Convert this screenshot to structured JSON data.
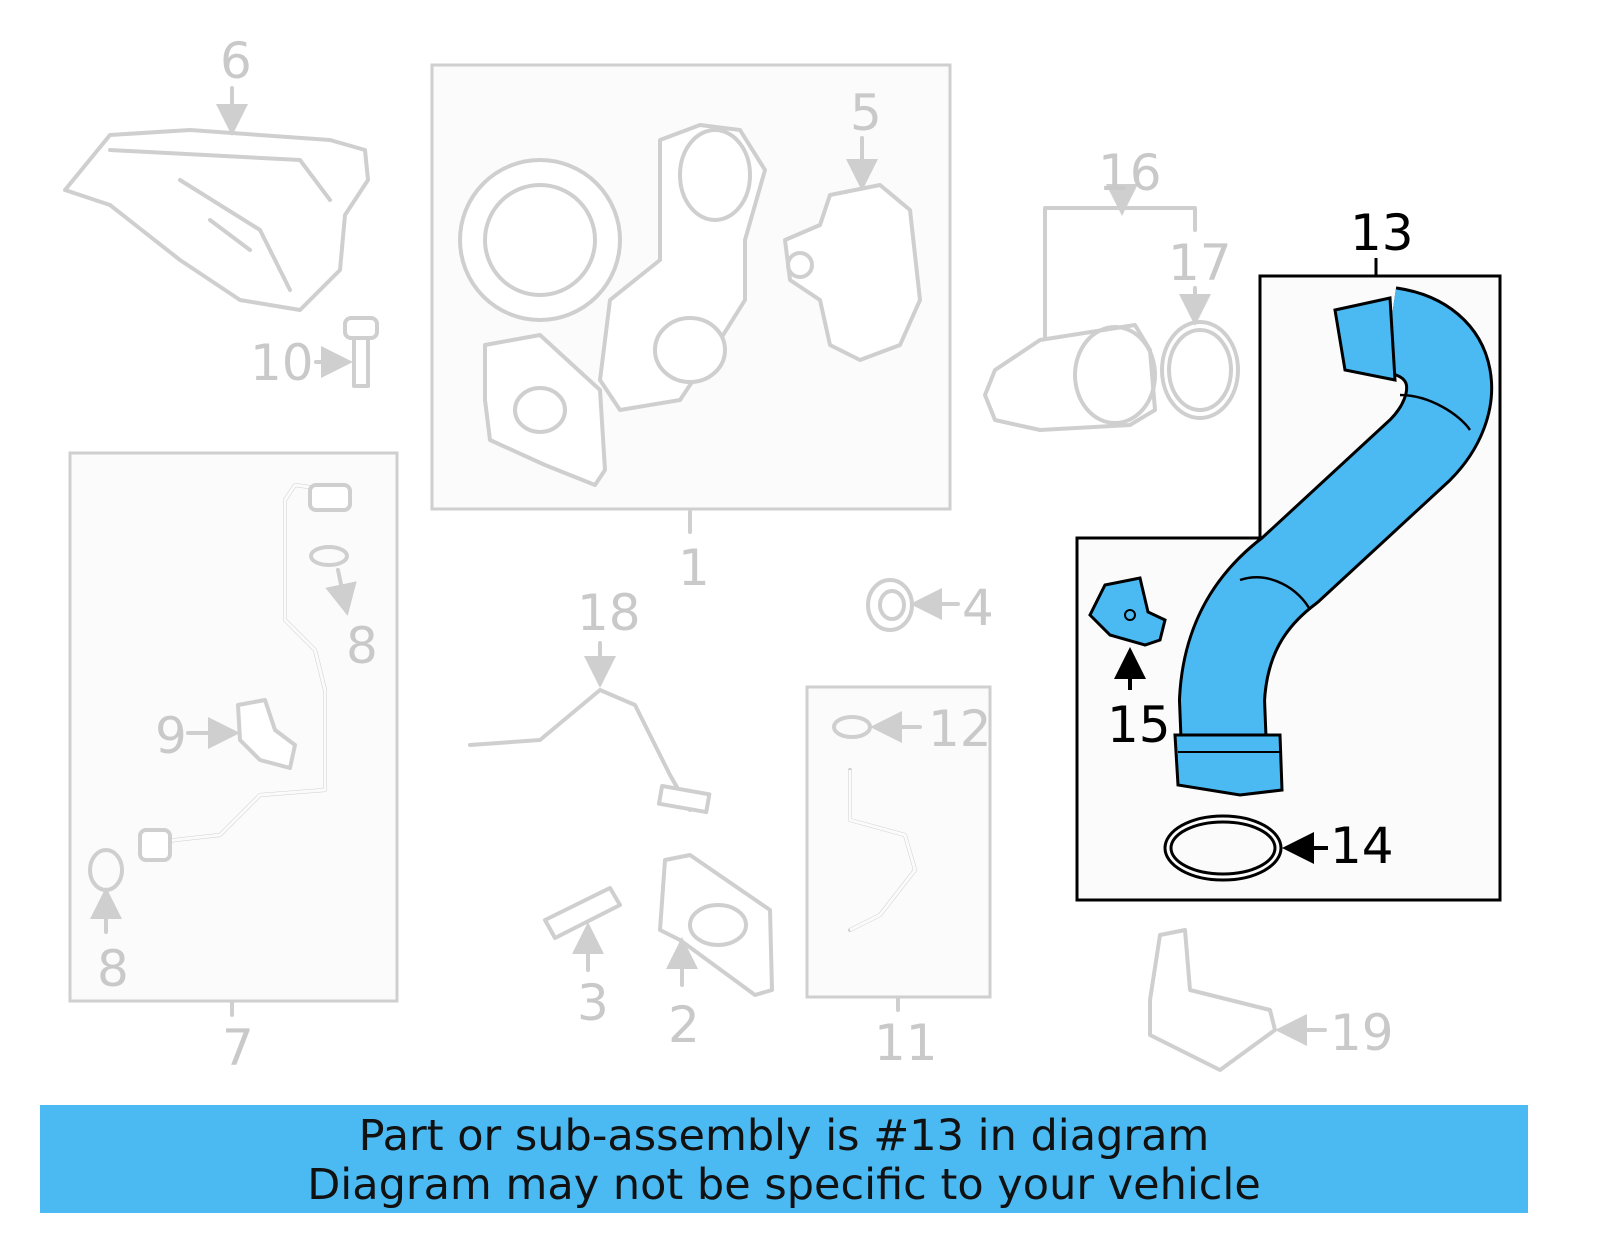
{
  "diagram": {
    "highlight_color": "#4bbaf3",
    "inactive_color": "#cfcfcf",
    "callouts": {
      "c1": "1",
      "c2": "2",
      "c3": "3",
      "c4": "4",
      "c5": "5",
      "c6": "6",
      "c7": "7",
      "c8a": "8",
      "c8b": "8",
      "c9": "9",
      "c10": "10",
      "c11": "11",
      "c12": "12",
      "c13": "13",
      "c14": "14",
      "c15": "15",
      "c16": "16",
      "c17": "17",
      "c18": "18",
      "c19": "19"
    },
    "highlighted_part": "13"
  },
  "banner": {
    "line1": "Part or sub-assembly is #13 in diagram",
    "line2": "Diagram may not be specific to your vehicle",
    "color": "#4bbaf3"
  }
}
